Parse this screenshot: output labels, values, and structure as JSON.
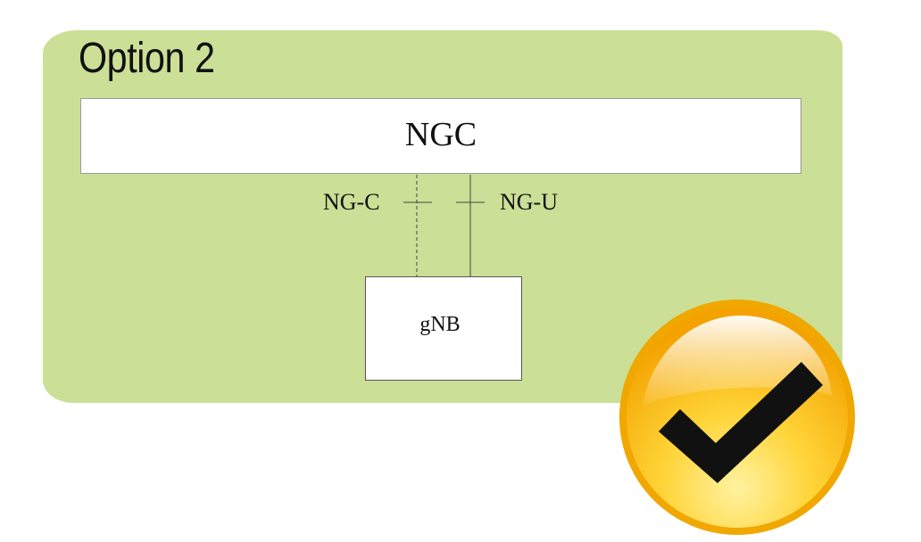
{
  "title": "Option 2",
  "core": {
    "label": "NGC"
  },
  "node": {
    "label": "gNB"
  },
  "interfaces": [
    {
      "label": "NG-C",
      "style": "dashed"
    },
    {
      "label": "NG-U",
      "style": "solid"
    }
  ],
  "badge": {
    "icon": "checkmark-icon"
  },
  "colors": {
    "panel": "#cbdf96",
    "badge_ring": "#f0a800",
    "badge_fill": "#ffd640",
    "check": "#111111"
  }
}
